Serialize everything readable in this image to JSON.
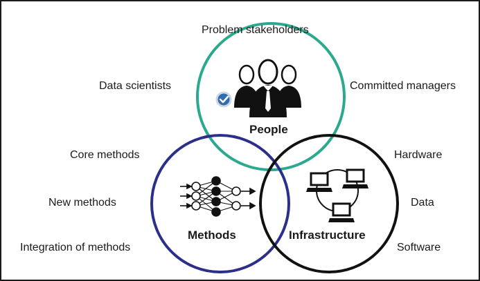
{
  "people": {
    "label": "People",
    "left": "Data scientists",
    "top": "Problem stakeholders",
    "right": "Committed managers"
  },
  "methods": {
    "label": "Methods",
    "items": [
      "Core methods",
      "New methods",
      "Integration of methods"
    ]
  },
  "infrastructure": {
    "label": "Infrastructure",
    "items": [
      "Hardware",
      "Data",
      "Software"
    ]
  },
  "colors": {
    "people": "#2aa98f",
    "methods": "#2b2f8a",
    "infrastructure": "#111111",
    "check": "#2f6db0"
  },
  "icons": [
    "people-icon",
    "checkmark-badge-icon",
    "neural-network-icon",
    "computer-network-icon"
  ]
}
